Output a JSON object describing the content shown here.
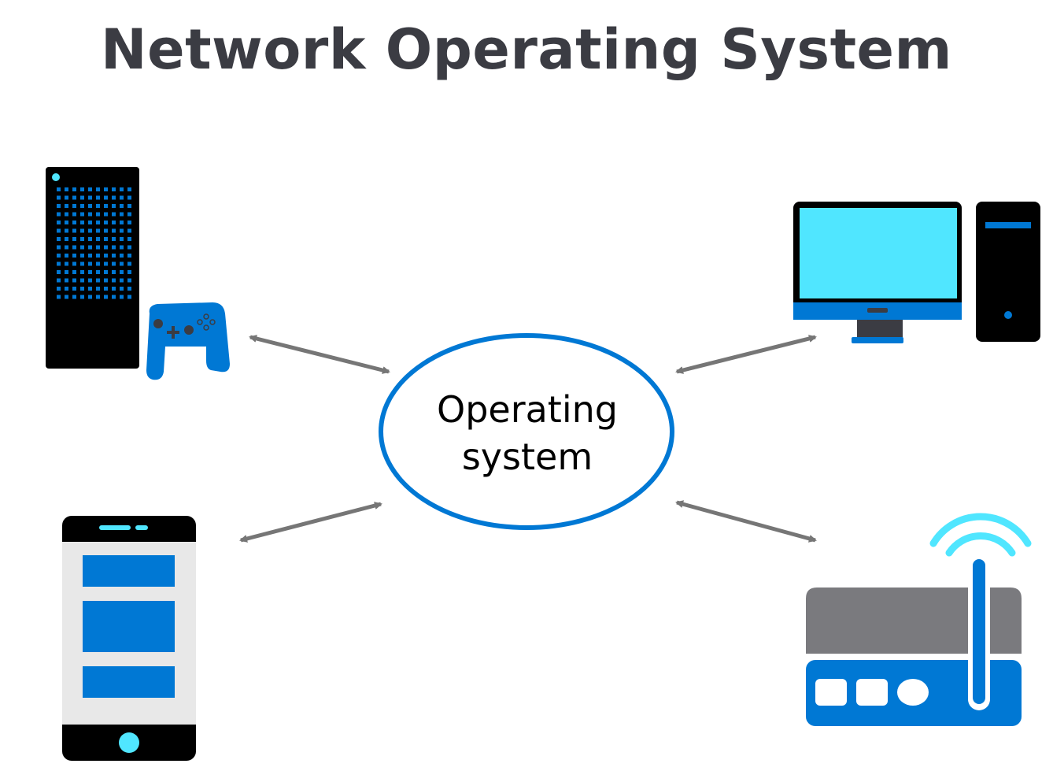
{
  "title": "Network Operating System",
  "center": {
    "line1": "Operating",
    "line2": "system"
  },
  "colors": {
    "title": "#3b3c43",
    "accent_blue": "#0078d4",
    "light_blue": "#50e6ff",
    "dark": "#000000",
    "gray": "#7a7a7e",
    "arrow": "#767676"
  },
  "devices": [
    {
      "name": "game-console",
      "icon": "game-console-icon"
    },
    {
      "name": "desktop-computer",
      "icon": "desktop-computer-icon"
    },
    {
      "name": "mobile-phone",
      "icon": "mobile-phone-icon"
    },
    {
      "name": "wireless-router",
      "icon": "wireless-router-icon"
    }
  ]
}
